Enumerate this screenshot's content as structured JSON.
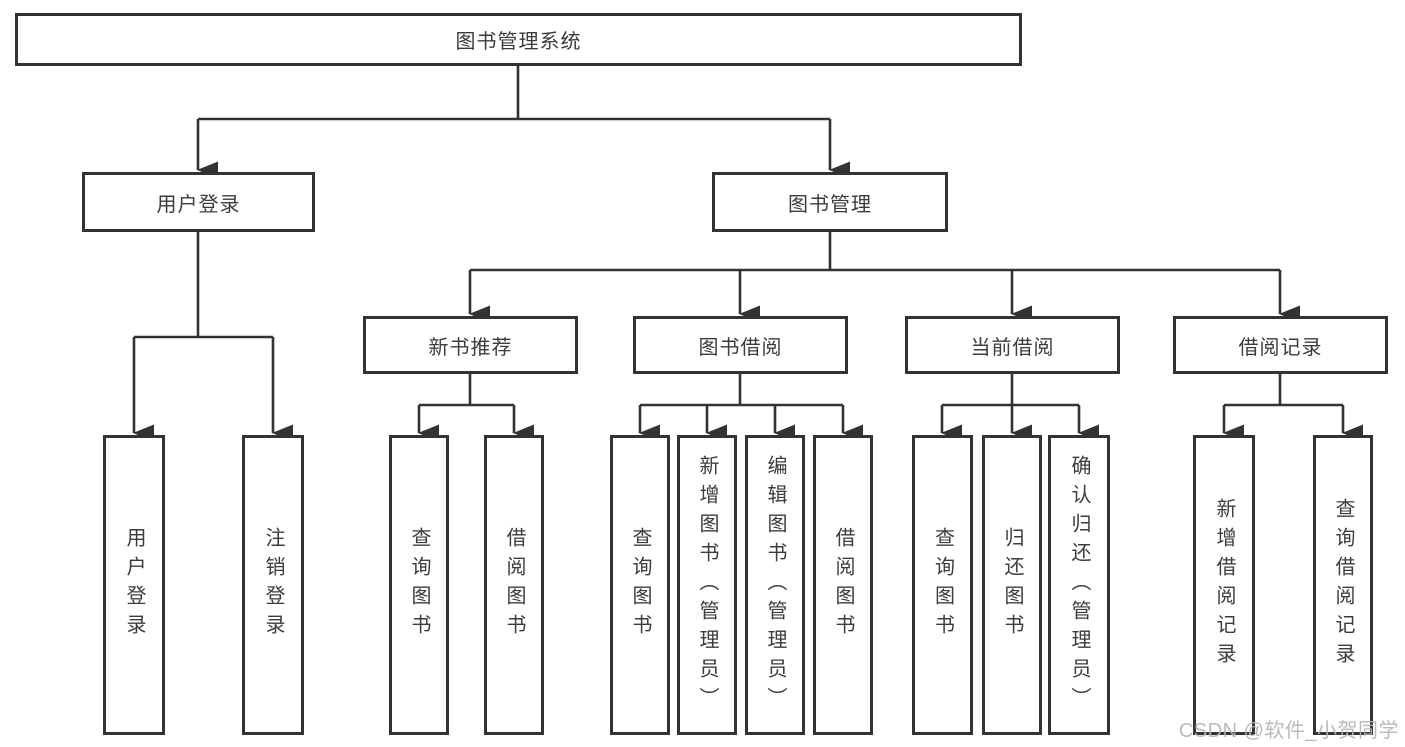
{
  "diagram": {
    "title_node": "图书管理系统",
    "root": {
      "label": "图书管理系统"
    },
    "branches": [
      {
        "label": "用户登录",
        "children": [
          {
            "label": "用户登录"
          },
          {
            "label": "注销登录"
          }
        ]
      },
      {
        "label": "图书管理",
        "children": [
          {
            "label": "新书推荐",
            "children": [
              {
                "label": "查询图书"
              },
              {
                "label": "借阅图书"
              }
            ]
          },
          {
            "label": "图书借阅",
            "children": [
              {
                "label": "查询图书"
              },
              {
                "label": "新增图书（管理员）"
              },
              {
                "label": "编辑图书（管理员）"
              },
              {
                "label": "借阅图书"
              }
            ]
          },
          {
            "label": "当前借阅",
            "children": [
              {
                "label": "查询图书"
              },
              {
                "label": "归还图书"
              },
              {
                "label": "确认归还（管理员）"
              }
            ]
          },
          {
            "label": "借阅记录",
            "children": [
              {
                "label": "新增借阅记录"
              },
              {
                "label": "查询借阅记录"
              }
            ]
          }
        ]
      }
    ]
  },
  "watermark": {
    "text": "CSDN @软件_小贺同学",
    "color": "#b2b5b9"
  },
  "colors": {
    "line": "#333333",
    "text": "#3c3c3c",
    "box_bg": "#ffffff"
  }
}
